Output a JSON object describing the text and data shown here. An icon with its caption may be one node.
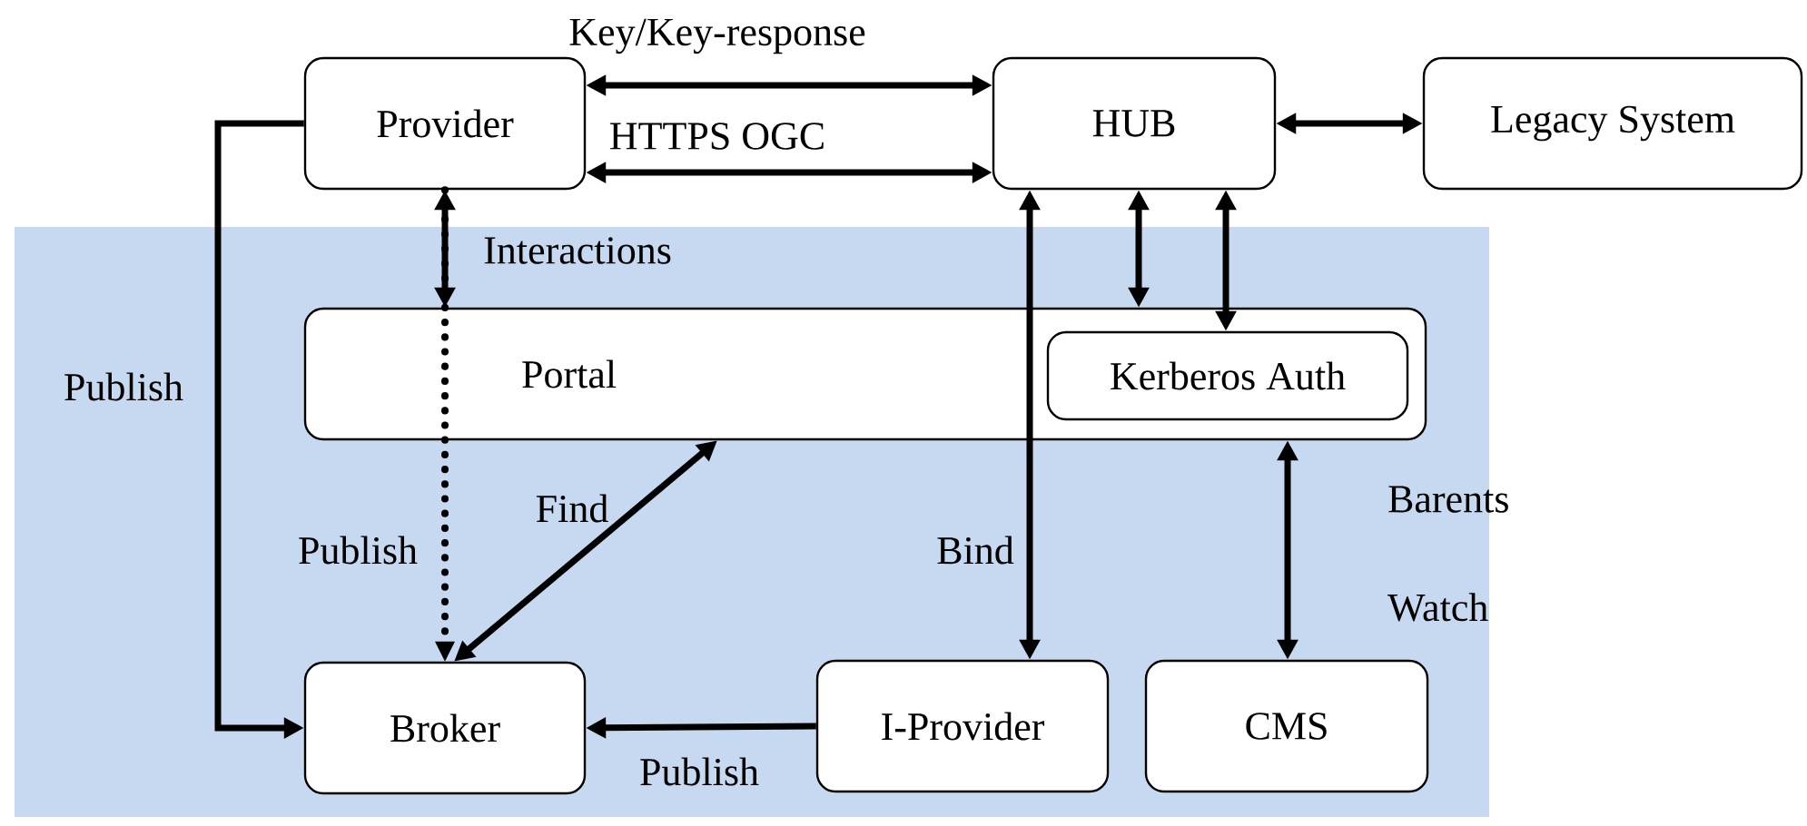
{
  "diagram": {
    "nodes": [
      {
        "text": [
          "Barents Watch"
        ]
      },
      {
        "text": [
          "Provider"
        ]
      },
      {
        "text": [
          "HUB"
        ]
      },
      {
        "text": [
          "Legacy System"
        ]
      },
      {
        "text": [
          "Portal"
        ],
        "in": 0
      },
      {
        "text": [
          "Kerberos Auth"
        ],
        "in": 4
      },
      {
        "text": [
          "Broker"
        ],
        "in": 0
      },
      {
        "text": [
          "I-Provider"
        ],
        "in": 0
      },
      {
        "text": [
          "CMS"
        ],
        "in": 0
      }
    ],
    "edges": [
      {
        "from": 1,
        "to": 2,
        "arrow": "both",
        "label": "Key/Key-response"
      },
      {
        "from": 1,
        "to": 2,
        "arrow": "both",
        "label": "HTTPS OGC"
      },
      {
        "from": 2,
        "to": 3,
        "arrow": "both"
      },
      {
        "from": 1,
        "to": 4,
        "arrow": "both",
        "label": "Interactions"
      },
      {
        "from": 2,
        "to": 4,
        "arrow": "both"
      },
      {
        "from": 2,
        "to": 5,
        "arrow": "both"
      },
      {
        "from": 2,
        "to": 7,
        "arrow": "both",
        "label": "Bind"
      },
      {
        "from": 4,
        "to": 8,
        "arrow": "both"
      },
      {
        "from": 1,
        "to": 6,
        "arrow": "to",
        "label": "Publish",
        "style": "dashed"
      },
      {
        "from": 4,
        "to": 6,
        "arrow": "both",
        "label": "Find"
      },
      {
        "from": 1,
        "to": 6,
        "arrow": "to",
        "label": "Publish"
      },
      {
        "from": 7,
        "to": 6,
        "arrow": "to",
        "label": "Publish"
      }
    ]
  }
}
